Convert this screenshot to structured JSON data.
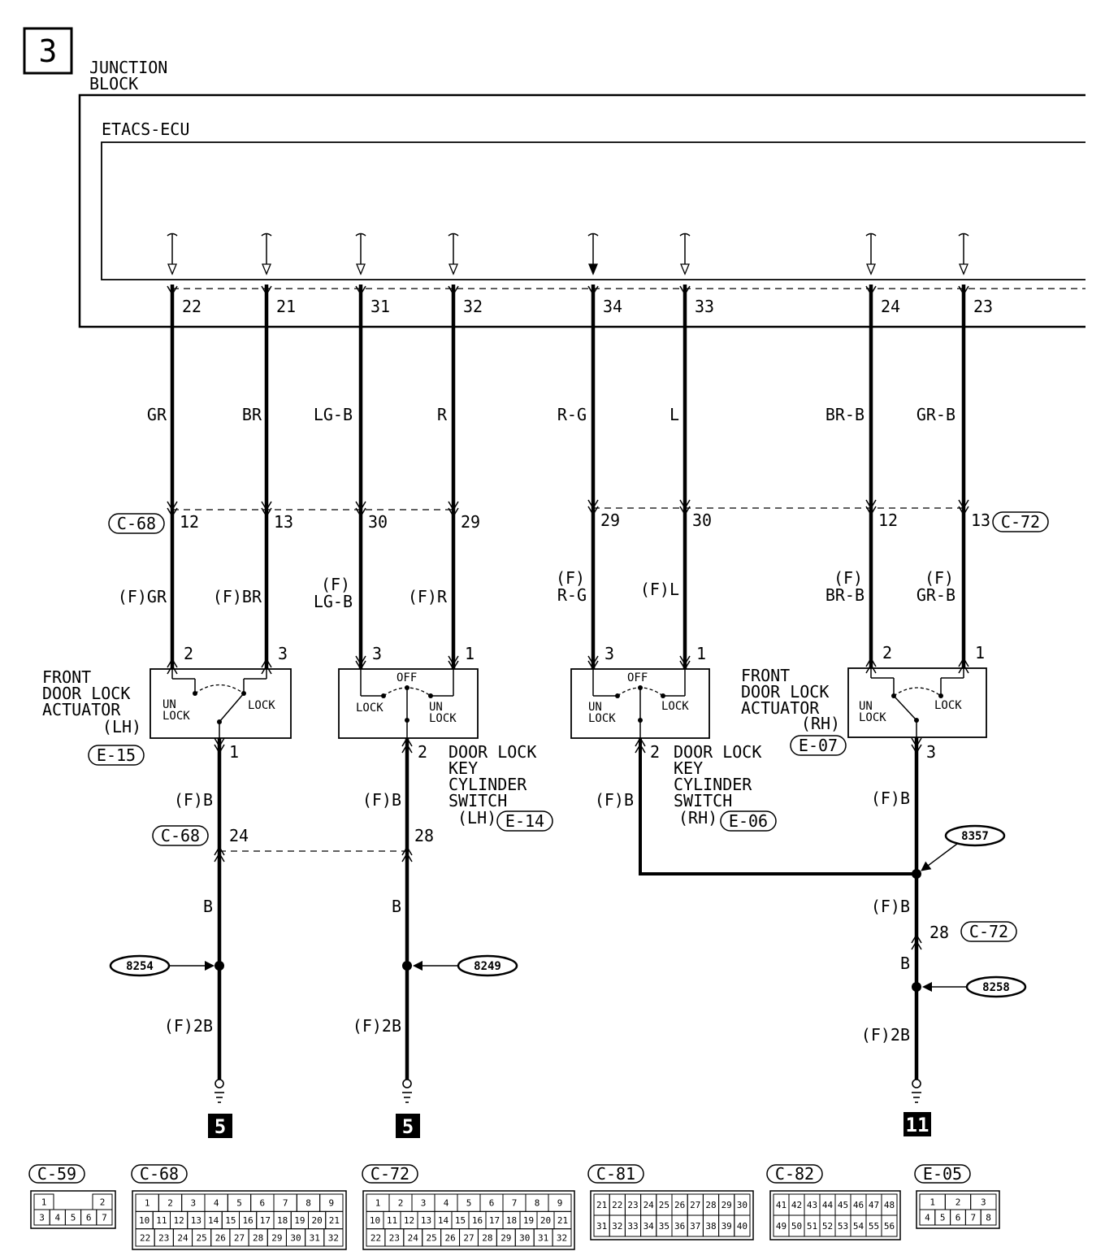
{
  "page_number": "3",
  "junction_block": [
    "JUNCTION",
    "BLOCK"
  ],
  "ecu_label": "ETACS-ECU",
  "ecu_pins": [
    "22",
    "21",
    "31",
    "32",
    "34",
    "33",
    "24",
    "23"
  ],
  "wire_colors": [
    "GR",
    "BR",
    "LG-B",
    "R",
    "R-G",
    "L",
    "BR-B",
    "GR-B"
  ],
  "mid_pins": [
    "12",
    "13",
    "30",
    "29",
    "29",
    "30",
    "12",
    "13"
  ],
  "conn_c68": "C-68",
  "conn_c72": "C-72",
  "f_labels": {
    "gr": "(F)GR",
    "br": "(F)BR",
    "f": "(F)",
    "lgb": "LG-B",
    "r": "(F)R",
    "rg": "R-G",
    "l": "(F)L",
    "brb": "BR-B",
    "grb": "GR-B"
  },
  "comp_pins": [
    "2",
    "3",
    "3",
    "1",
    "3",
    "1",
    "2",
    "1"
  ],
  "switch": {
    "un": "UN",
    "lock": "LOCK",
    "off": "OFF"
  },
  "actuator_lh": {
    "lines": [
      "FRONT",
      "DOOR LOCK",
      "ACTUATOR"
    ],
    "side": "(LH)",
    "conn": "E-15",
    "pin": "1"
  },
  "actuator_rh": {
    "lines": [
      "FRONT",
      "DOOR LOCK",
      "ACTUATOR"
    ],
    "side": "(RH)",
    "conn": "E-07",
    "pin": "3"
  },
  "key_lh": {
    "lines": [
      "DOOR LOCK",
      "KEY",
      "CYLINDER",
      "SWITCH"
    ],
    "side": "(LH)",
    "conn": "E-14",
    "pin": "2"
  },
  "key_rh": {
    "lines": [
      "DOOR LOCK",
      "KEY",
      "CYLINDER",
      "SWITCH"
    ],
    "side": "(RH)",
    "conn": "E-06",
    "pin": "2"
  },
  "ground_wires": {
    "fb": "(F)B",
    "b": "B",
    "f2b": "(F)2B"
  },
  "lower_pins": {
    "c68_24": "24",
    "c68_28": "28",
    "c72_28": "28"
  },
  "splices": [
    "8254",
    "8249",
    "8357",
    "8258"
  ],
  "grounds": [
    "5",
    "5",
    "11"
  ],
  "legend": [
    {
      "id": "C-59",
      "rows": [
        [
          "1",
          "",
          "",
          "2"
        ],
        [
          "3",
          "4",
          "5",
          "6",
          "7"
        ]
      ]
    },
    {
      "id": "C-68",
      "rows": [
        [
          "1",
          "2",
          "3",
          "4",
          "5",
          "6",
          "7",
          "8",
          "9"
        ],
        [
          "10",
          "11",
          "12",
          "13",
          "14",
          "15",
          "16",
          "17",
          "18",
          "19",
          "20",
          "21"
        ],
        [
          "22",
          "23",
          "24",
          "25",
          "26",
          "27",
          "28",
          "29",
          "30",
          "31",
          "32"
        ]
      ]
    },
    {
      "id": "C-72",
      "rows": [
        [
          "1",
          "2",
          "3",
          "4",
          "5",
          "6",
          "7",
          "8",
          "9"
        ],
        [
          "10",
          "11",
          "12",
          "13",
          "14",
          "15",
          "16",
          "17",
          "18",
          "19",
          "20",
          "21"
        ],
        [
          "22",
          "23",
          "24",
          "25",
          "26",
          "27",
          "28",
          "29",
          "30",
          "31",
          "32"
        ]
      ]
    },
    {
      "id": "C-81",
      "rows": [
        [
          "21",
          "22",
          "23",
          "24",
          "25",
          "26",
          "27",
          "28",
          "29",
          "30"
        ],
        [
          "31",
          "32",
          "33",
          "34",
          "35",
          "36",
          "37",
          "38",
          "39",
          "40"
        ]
      ]
    },
    {
      "id": "C-82",
      "rows": [
        [
          "41",
          "42",
          "43",
          "44",
          "45",
          "46",
          "47",
          "48"
        ],
        [
          "49",
          "50",
          "51",
          "52",
          "53",
          "54",
          "55",
          "56"
        ]
      ]
    },
    {
      "id": "E-05",
      "rows": [
        [
          "1",
          "2",
          "3"
        ],
        [
          "4",
          "5",
          "6",
          "7",
          "8"
        ]
      ]
    }
  ]
}
